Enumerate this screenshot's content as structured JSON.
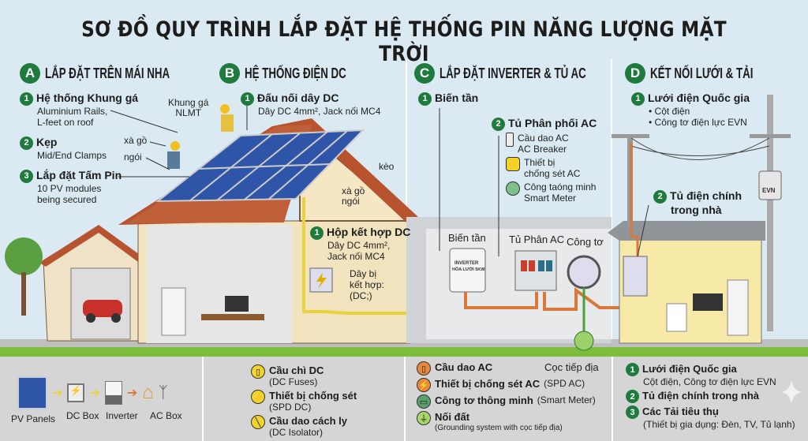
{
  "title": "SƠ ĐỒ QUY TRÌNH LẮP ĐẶT HỆ THỐNG PIN NĂNG LƯỢNG MẶT TRỜI",
  "sections": {
    "a": {
      "letter": "A",
      "title": "LẮP ĐẶT TRÊN MÁI NHA",
      "items": [
        {
          "n": "1",
          "title": "Hệ thống Khung gá",
          "desc1": "Aluminium Rails,",
          "desc2": "L-feet on roof"
        },
        {
          "n": "2",
          "title": "Kẹp",
          "desc1": "Mid/End Clamps"
        },
        {
          "n": "3",
          "title": "Lắp đặt Tấm Pin",
          "desc1": "10 PV modules",
          "desc2": "being secured"
        }
      ],
      "labels": {
        "frame1": "Khung gá",
        "frame2": "NLMT",
        "purlin": "xà gồ",
        "tile": "ngói",
        "rafter": "kèo",
        "purlin2": "xà gồ",
        "tile2": "ngói"
      }
    },
    "b": {
      "letter": "B",
      "title": "HỆ THỐNG ĐIỆN DC",
      "item1": {
        "n": "1",
        "title": "Đấu nối dây DC",
        "desc": "Dây DC 4mm², Jack nối MC4"
      },
      "item2": {
        "n": "1",
        "title": "Hộp kết hợp DC",
        "desc1": "Dây DC 4mm²,",
        "desc2": "Jack nối MC4"
      },
      "cable": {
        "l1": "Dây bị",
        "l2": "kết hợp:",
        "l3": "(DC;)"
      }
    },
    "c": {
      "letter": "C",
      "title": "LẮP ĐẶT INVERTER & TỦ AC",
      "item1": {
        "n": "1",
        "title": "Biến tần"
      },
      "item2": {
        "n": "2",
        "title": "Tủ Phân phối AC",
        "sub": [
          {
            "icon": "breaker-icon",
            "l1": "Cầu dao AC",
            "l2": "AC Breaker"
          },
          {
            "icon": "lightning-icon",
            "l1": "Thiết bị",
            "l2": "chống sét AC"
          },
          {
            "icon": "meter-icon",
            "l1": "Công taóng minh",
            "l2": "Smart Meter"
          }
        ]
      },
      "labels": {
        "inverter": "Biến tần",
        "inverter_box1": "INVERTER",
        "inverter_box2": "HÒA LƯỚI 5KW",
        "acbox": "Tủ Phân AC",
        "meter": "Công tơ"
      }
    },
    "d": {
      "letter": "D",
      "title": "KẾT NỐI LƯỚI & TẢI",
      "item1": {
        "n": "1",
        "title": "Lưới điện Quốc gia",
        "bullets": [
          "Cột điện",
          "Công tơ điện lực EVN"
        ]
      },
      "item2": {
        "n": "2",
        "title1": "Tủ điện chính",
        "title2": "trong nhà"
      },
      "evn": "EVN"
    }
  },
  "bottom": {
    "flow": [
      "PV Panels",
      "DC Box",
      "Inverter",
      "AC Box"
    ],
    "dc": [
      {
        "icon": "fuse-icon",
        "title": "Cầu chì DC",
        "sub": "(DC Fuses)"
      },
      {
        "icon": "lightning-icon",
        "title": "Thiết bị chống sét",
        "sub": "(SPD DC)"
      },
      {
        "icon": "isolator-icon",
        "title": "Cầu dao cách ly",
        "sub": "(DC Isolator)"
      }
    ],
    "ac": [
      {
        "icon": "breaker-icon",
        "title": "Cầu dao AC",
        "sub": ""
      },
      {
        "icon": "lightning-icon",
        "title": "Thiết bị chống sét AC",
        "sub": " (SPD AC)"
      },
      {
        "icon": "meter-icon",
        "title": "Công tơ thông minh",
        "sub": " (Smart Meter)"
      },
      {
        "icon": "ground-icon",
        "title": "Nối đất",
        "sub2": "(Grounding system with cọc tiếp địa)"
      }
    ],
    "ground_label": "Cọc tiếp địa",
    "grid": [
      {
        "n": "1",
        "title": "Lưới điện Quốc gia",
        "sub": "Cột điện, Công tơ điện lực EVN"
      },
      {
        "n": "2",
        "title": "Tủ điện chính trong nhà"
      },
      {
        "n": "3",
        "title": "Các Tải tiêu thụ",
        "sub": "(Thiết bị gia dụng: Đèn, TV, Tủ lạnh)"
      }
    ]
  },
  "colors": {
    "green": "#1f7a3d",
    "dc_wire": "#e8d43a",
    "ac_wire": "#d9783a",
    "panel": "#2f55a8",
    "roof": "#b8532f"
  }
}
